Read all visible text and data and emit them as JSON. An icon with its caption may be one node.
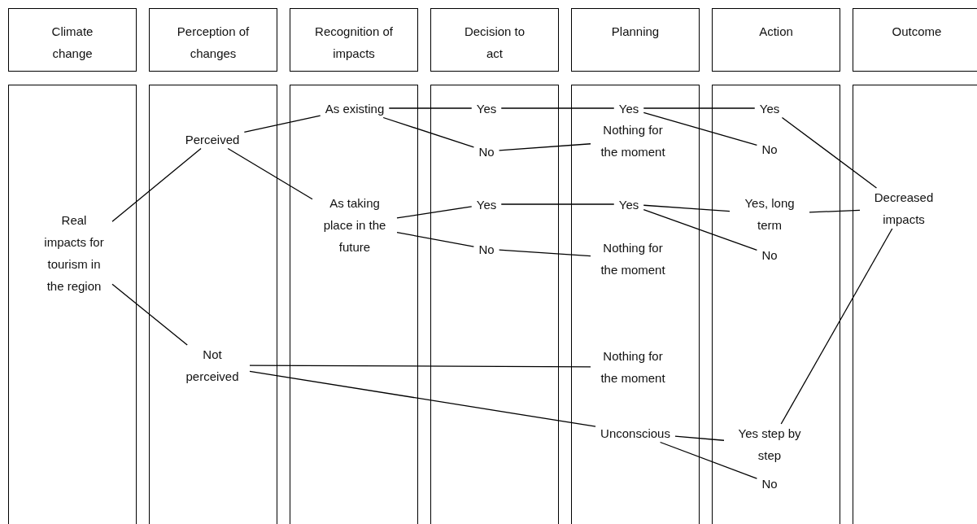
{
  "diagram": {
    "nodes": [
      {
        "text": [
          "Climate change"
        ]
      },
      {
        "text": [
          "Perception of changes"
        ]
      },
      {
        "text": [
          "Recognition of impacts"
        ]
      },
      {
        "text": [
          "Decision to act"
        ]
      },
      {
        "text": [
          "Planning"
        ]
      },
      {
        "text": [
          "Action"
        ]
      },
      {
        "text": [
          "Outcome"
        ]
      },
      {
        "text": [],
        "shape": "box"
      },
      {
        "text": [],
        "shape": "box"
      },
      {
        "text": [],
        "shape": "box"
      },
      {
        "text": [],
        "shape": "box"
      },
      {
        "text": [],
        "shape": "box"
      },
      {
        "text": [],
        "shape": "box"
      },
      {
        "text": [],
        "shape": "box"
      },
      {
        "text": [
          "Real impacts for tourism in the region"
        ],
        "in": 7
      },
      {
        "text": [
          "Perceived"
        ],
        "in": 8
      },
      {
        "text": [
          "Not perceived"
        ],
        "in": 8
      },
      {
        "text": [
          "As existing"
        ],
        "in": 9
      },
      {
        "text": [
          "As taking place in the future"
        ],
        "in": 9
      },
      {
        "text": [
          "Yes"
        ],
        "in": 10
      },
      {
        "text": [
          "No"
        ],
        "in": 10
      },
      {
        "text": [
          "Yes"
        ],
        "in": 10
      },
      {
        "text": [
          "No"
        ],
        "in": 10
      },
      {
        "text": [
          "Yes"
        ],
        "in": 11
      },
      {
        "text": [
          "Nothing for the moment"
        ],
        "in": 11
      },
      {
        "text": [
          "Yes"
        ],
        "in": 11
      },
      {
        "text": [
          "Nothing for the moment"
        ],
        "in": 11
      },
      {
        "text": [
          "Nothing for the moment"
        ],
        "in": 11
      },
      {
        "text": [
          "Unconscious"
        ],
        "in": 11
      },
      {
        "text": [
          "Yes"
        ],
        "in": 12
      },
      {
        "text": [
          "No"
        ],
        "in": 12
      },
      {
        "text": [
          "Yes, long term"
        ],
        "in": 12
      },
      {
        "text": [
          "No"
        ],
        "in": 12
      },
      {
        "text": [
          "Yes step by step"
        ],
        "in": 12
      },
      {
        "text": [
          "No"
        ],
        "in": 12
      },
      {
        "text": [
          "Decreased impacts"
        ],
        "in": 13
      }
    ],
    "edges": [
      {
        "from": 14,
        "to": 15,
        "arrow": "none"
      },
      {
        "from": 14,
        "to": 16,
        "arrow": "none"
      },
      {
        "from": 15,
        "to": 17,
        "arrow": "none"
      },
      {
        "from": 15,
        "to": 18,
        "arrow": "none"
      },
      {
        "from": 17,
        "to": 19,
        "arrow": "none"
      },
      {
        "from": 17,
        "to": 20,
        "arrow": "none"
      },
      {
        "from": 19,
        "to": 23,
        "arrow": "none"
      },
      {
        "from": 23,
        "to": 29,
        "arrow": "none"
      },
      {
        "from": 23,
        "to": 30,
        "arrow": "none"
      },
      {
        "from": 20,
        "to": 24,
        "arrow": "none"
      },
      {
        "from": 18,
        "to": 21,
        "arrow": "none"
      },
      {
        "from": 18,
        "to": 22,
        "arrow": "none"
      },
      {
        "from": 21,
        "to": 25,
        "arrow": "none"
      },
      {
        "from": 25,
        "to": 31,
        "arrow": "none"
      },
      {
        "from": 25,
        "to": 32,
        "arrow": "none"
      },
      {
        "from": 22,
        "to": 26,
        "arrow": "none"
      },
      {
        "from": 16,
        "to": 27,
        "arrow": "none"
      },
      {
        "from": 16,
        "to": 28,
        "arrow": "none"
      },
      {
        "from": 28,
        "to": 33,
        "arrow": "none"
      },
      {
        "from": 28,
        "to": 34,
        "arrow": "none"
      },
      {
        "from": 29,
        "to": 35,
        "arrow": "none"
      },
      {
        "from": 31,
        "to": 35,
        "arrow": "none"
      },
      {
        "from": 33,
        "to": 35,
        "arrow": "none"
      }
    ]
  }
}
